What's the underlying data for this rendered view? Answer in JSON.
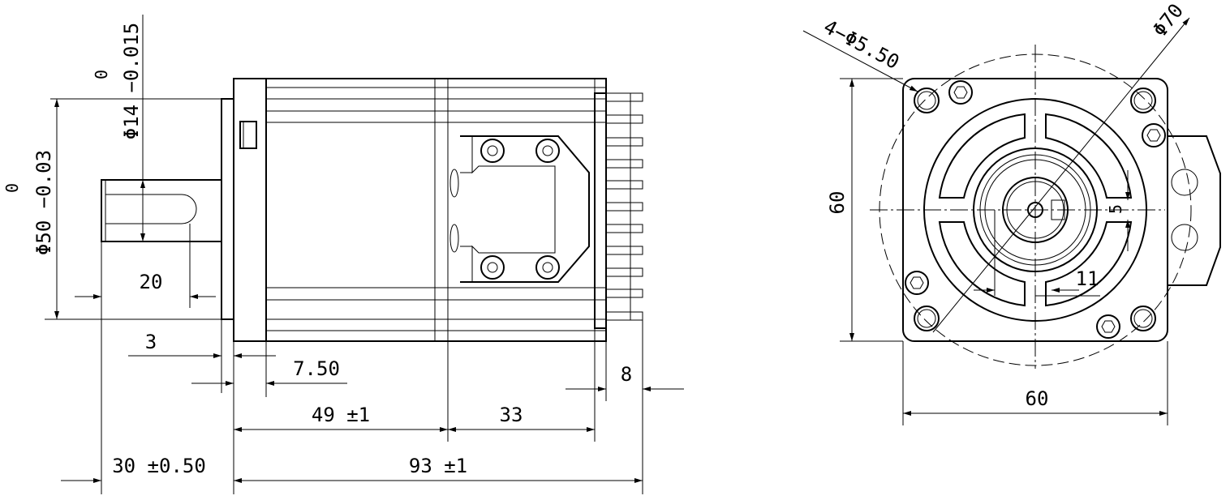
{
  "side_view": {
    "shaft_diameter_tol_upper": "0",
    "shaft_diameter": "Φ14 −0.015",
    "pilot_diameter_tol_upper": "0",
    "pilot_diameter": "Φ50 −0.03",
    "key_length": "20",
    "flange_step": "3",
    "flange_thickness": "7.50",
    "body_length": "49 ±1",
    "connector_span": "33",
    "connector_pins": "8",
    "shaft_length": "30 ±0.50",
    "total_length": "93 ±1"
  },
  "front_view": {
    "mount_holes": "4−Φ5.50",
    "bolt_circle": "Φ70",
    "height": "60",
    "width": "60",
    "key_height": "5",
    "key_depth": "11"
  }
}
